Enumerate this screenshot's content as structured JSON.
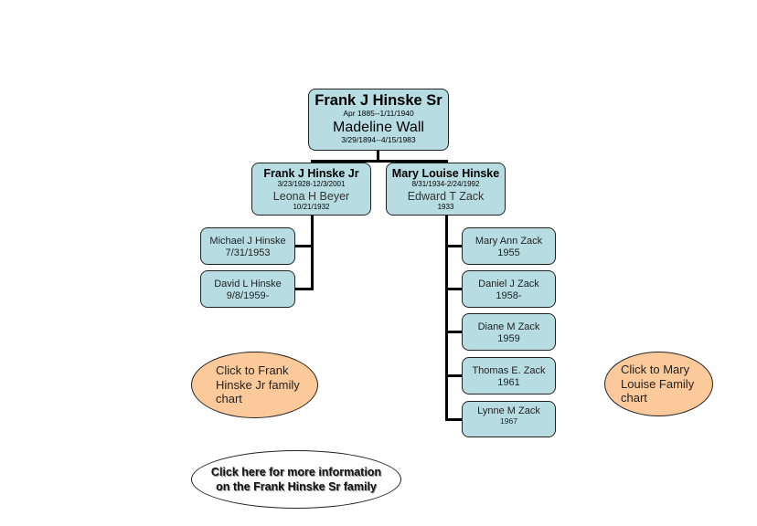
{
  "root": {
    "name": "Frank J Hinske Sr",
    "dates": "Apr 1885--1/11/1940",
    "spouse": "Madeline Wall",
    "spouse_dates": "3/29/1894--4/15/1983"
  },
  "children": [
    {
      "name": "Frank J Hinske Jr",
      "dates": "3/23/1928-12/3/2001",
      "spouse": "Leona H Beyer",
      "spouse_dates": "10/21/1932",
      "kids": [
        {
          "name": "Michael J Hinske",
          "dates": "7/31/1953"
        },
        {
          "name": "David L Hinske",
          "dates": "9/8/1959-"
        }
      ]
    },
    {
      "name": "Mary Louise Hinske",
      "dates": "8/31/1934-2/24/1992",
      "spouse": "Edward T Zack",
      "spouse_dates": "1933",
      "kids": [
        {
          "name": "Mary Ann Zack",
          "dates": "1955"
        },
        {
          "name": "Daniel J Zack",
          "dates": "1958-"
        },
        {
          "name": "Diane M Zack",
          "dates": "1959"
        },
        {
          "name": "Thomas E. Zack",
          "dates": "1961"
        },
        {
          "name": "Lynne M Zack",
          "dates": "1967"
        }
      ]
    }
  ],
  "links": {
    "frank_jr_chart": "Click to Frank Hinske Jr family chart",
    "mary_louise_chart": "Click to  Mary Louise Family chart",
    "more_info_line1": "Click here  for more information",
    "more_info_line2": "on the Frank Hinske Sr family"
  },
  "colors": {
    "box_fill": "#b7dde3",
    "oval_orange": "#fcc99a",
    "line": "#000000"
  }
}
